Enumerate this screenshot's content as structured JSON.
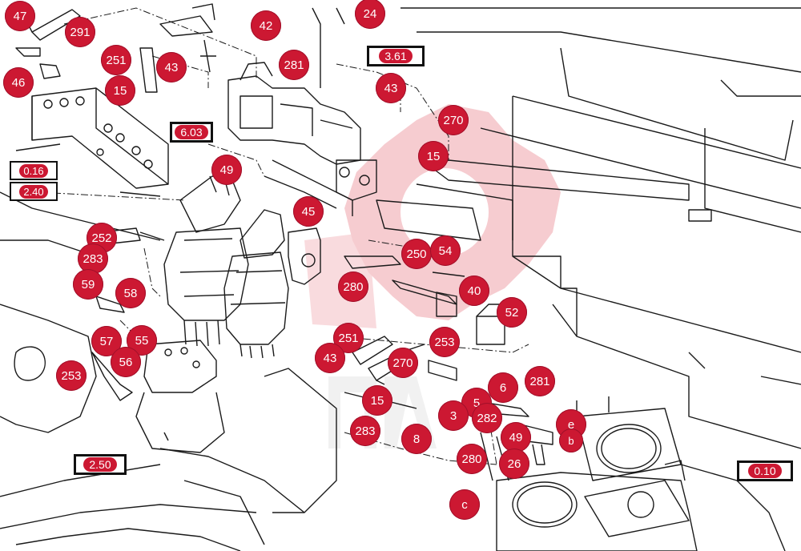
{
  "diagram": {
    "line_color": "#1a1a1a",
    "callout_color": "#cc1832",
    "watermark_color": "#e46570",
    "watermark_icon": "red-gear-logo-watermark",
    "callouts": [
      "47",
      "291",
      "42",
      "24",
      "251",
      "43",
      "46",
      "15",
      "281",
      "43",
      "270",
      "15",
      "49",
      "45",
      "252",
      "283",
      "250",
      "54",
      "59",
      "58",
      "280",
      "40",
      "52",
      "57",
      "55",
      "251",
      "253",
      "56",
      "43",
      "270",
      "253",
      "6",
      "281",
      "15",
      "5",
      "3",
      "282",
      "283",
      "8",
      "49",
      "26",
      "280",
      "c",
      "e",
      "b"
    ],
    "references": [
      "3.61",
      "6.03",
      "0.16",
      "2.40",
      "2.50",
      "0.10"
    ]
  }
}
